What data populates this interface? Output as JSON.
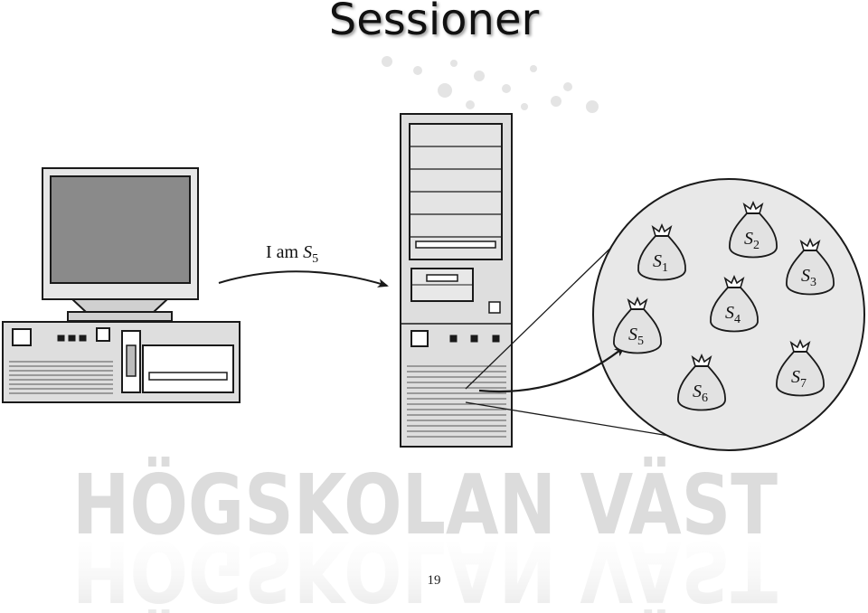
{
  "slide": {
    "title": "Sessioner",
    "page_number": "19"
  },
  "watermark": {
    "text": "HÖGSKOLAN VÄST",
    "color": "#dcdcdc"
  },
  "message": {
    "prefix": "I am ",
    "subject": "S",
    "subscript": "5"
  },
  "sessions": [
    {
      "symbol": "S",
      "index": "1"
    },
    {
      "symbol": "S",
      "index": "2"
    },
    {
      "symbol": "S",
      "index": "3"
    },
    {
      "symbol": "S",
      "index": "4"
    },
    {
      "symbol": "S",
      "index": "5"
    },
    {
      "symbol": "S",
      "index": "6"
    },
    {
      "symbol": "S",
      "index": "7"
    }
  ],
  "colors": {
    "outline": "#1a1a1a",
    "screen": "#8a8a8a",
    "case": "#d8d8d8",
    "pool": "#e8e8e8",
    "bag": "#e2e2e2"
  }
}
